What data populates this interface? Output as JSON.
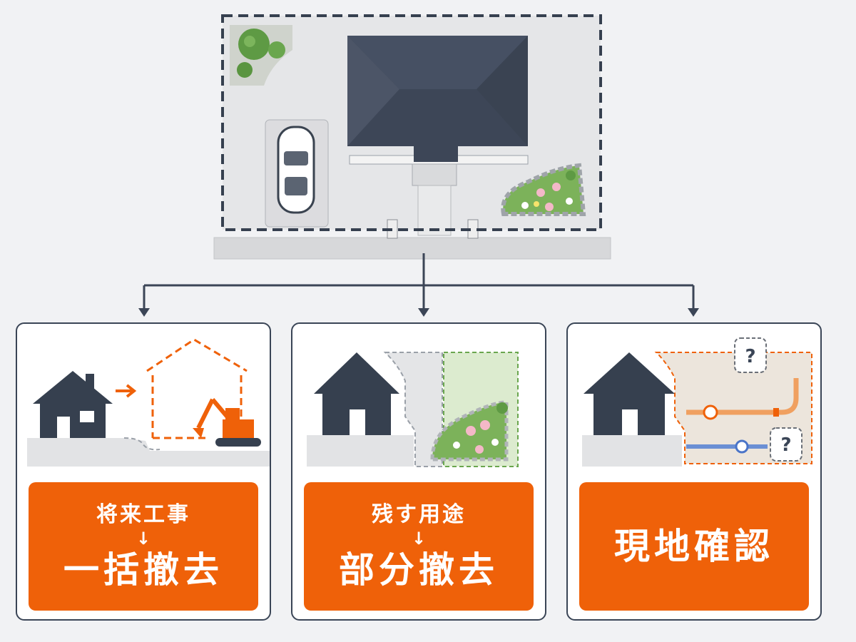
{
  "options": [
    {
      "top": "将来工事",
      "arrow": "↓",
      "bottom": "一括撤去"
    },
    {
      "top": "残す用途",
      "arrow": "↓",
      "bottom": "部分撤去"
    },
    {
      "main": "現地確認"
    }
  ],
  "question_mark": "?",
  "colors": {
    "accent": "#ef6109",
    "outline": "#36404f",
    "roof": "#434c5c",
    "garden": "#7cb25a"
  },
  "icons": [
    "house-icon",
    "excavator-icon",
    "car-icon",
    "pipe-icon",
    "flower-icon",
    "tree-icon",
    "arrow-icon"
  ]
}
